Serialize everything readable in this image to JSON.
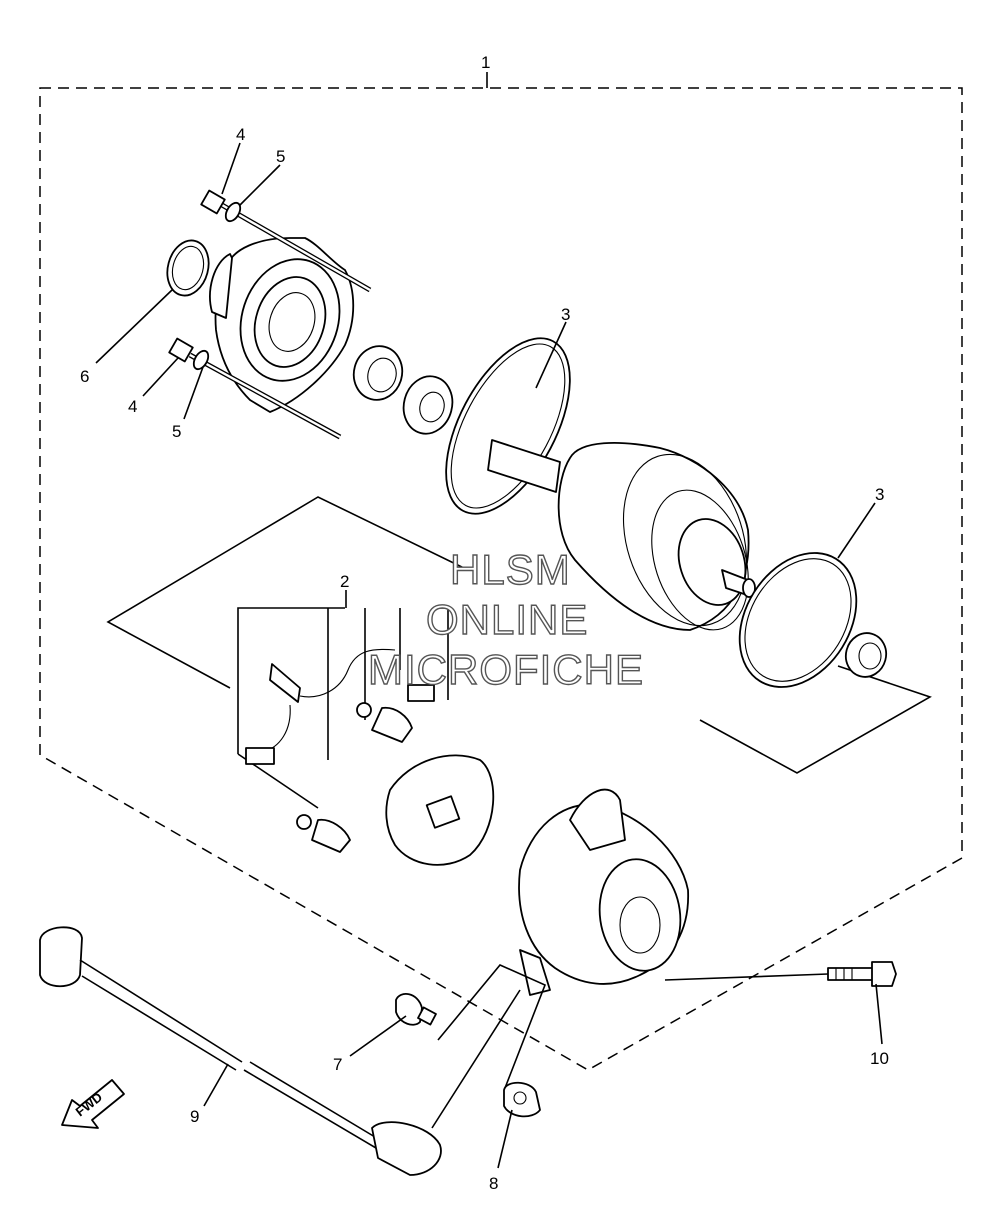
{
  "callouts": [
    {
      "id": "c1",
      "label": "1"
    },
    {
      "id": "c2",
      "label": "2"
    },
    {
      "id": "c3a",
      "label": "3"
    },
    {
      "id": "c3b",
      "label": "3"
    },
    {
      "id": "c4a",
      "label": "4"
    },
    {
      "id": "c4b",
      "label": "4"
    },
    {
      "id": "c5a",
      "label": "5"
    },
    {
      "id": "c5b",
      "label": "5"
    },
    {
      "id": "c6",
      "label": "6"
    },
    {
      "id": "c7",
      "label": "7"
    },
    {
      "id": "c8",
      "label": "8"
    },
    {
      "id": "c9",
      "label": "9"
    },
    {
      "id": "c10",
      "label": "10"
    }
  ],
  "watermark": {
    "line1": "HLSM",
    "line2": "ONLINE",
    "line3": "MICROFICHE"
  },
  "fwd_label": "FWD",
  "colors": {
    "line": "#000000",
    "background": "#ffffff",
    "watermark_outline": "#555555"
  }
}
